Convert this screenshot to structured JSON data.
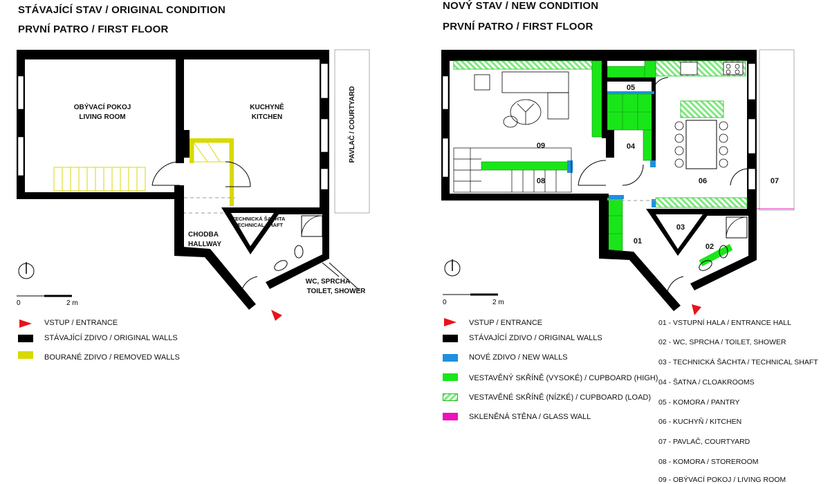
{
  "left_plan": {
    "title_line1": "STÁVAJÍCÍ STAV  /  ORIGINAL CONDITION",
    "title_line2": "PRVNÍ PATRO  /  FIRST  FLOOR",
    "rooms": {
      "living_cz": "OBÝVACÍ POKOJ",
      "living_en": "LIVING ROOM",
      "kitchen_cz": "KUCHYNĚ",
      "kitchen_en": "KITCHEN",
      "courtyard": "PAVLAČ / COURTYARD",
      "shaft_cz": "TECHNICKÁ ŠACHTA",
      "shaft_en": "TECHNICAL SHAFT",
      "hallway_cz": "CHODBA",
      "hallway_en": "HALLWAY",
      "wc_cz": "WC, SPRCHA",
      "wc_en": "TOILET, SHOWER"
    },
    "scale": {
      "start": "0",
      "end": "2 m"
    },
    "legend": [
      {
        "label": "VSTUP  / ENTRANCE",
        "color": "#e8131b",
        "kind": "arrow"
      },
      {
        "label": "STÁVAJÍCÍ ZDIVO  /  ORIGINAL WALLS",
        "color": "#000000",
        "kind": "solid"
      },
      {
        "label": "BOURANÉ ZDIVO  /  REMOVED WALLS",
        "color": "#d9d900",
        "kind": "solid"
      }
    ]
  },
  "right_plan": {
    "title_line1": "NOVÝ STAV  /  NEW CONDITION",
    "title_line2": "PRVNÍ PATRO /  FIRST  FLOOR",
    "room_numbers": [
      "01",
      "02",
      "03",
      "04",
      "05",
      "06",
      "07",
      "08",
      "09"
    ],
    "scale": {
      "start": "0",
      "end": "2 m"
    },
    "legend": [
      {
        "label": "VSTUP  / ENTRANCE",
        "color": "#e8131b",
        "kind": "arrow"
      },
      {
        "label": "STÁVAJÍCÍ ZDIVO  /  ORIGINAL WALLS",
        "color": "#000000",
        "kind": "solid"
      },
      {
        "label": "NOVÉ ZDIVO  /  NEW WALLS",
        "color": "#1e90e0",
        "kind": "solid"
      },
      {
        "label": "VESTAVĚNÝ SKŘÍNĚ (VYSOKÉ) / CUPBOARD (HIGH)",
        "color": "#19e619",
        "kind": "solid"
      },
      {
        "label": "VESTAVĚNÉ SKŘÍNĚ (NÍZKÉ) / CUPBOARD (LOAD)",
        "color": "#7fe87f",
        "kind": "hatch"
      },
      {
        "label": "SKLENĚNÁ STĚNA / GLASS WALL",
        "color": "#ee11bb",
        "kind": "solid"
      }
    ],
    "room_list": [
      "01 - VSTUPNÍ HALA / ENTRANCE HALL",
      "02 - WC, SPRCHA / TOILET, SHOWER",
      "03 - TECHNICKÁ ŠACHTA / TECHNICAL SHAFT",
      "04 - ŠATNA / CLOAKROOMS",
      "05 - KOMORA / PANTRY",
      "06 - KUCHYŇ / KITCHEN",
      "07 - PAVLAČ, COURTYARD",
      "08 - KOMORA / STOREROOM",
      "09 - OBÝVACÍ POKOJ / LIVING ROOM"
    ]
  }
}
